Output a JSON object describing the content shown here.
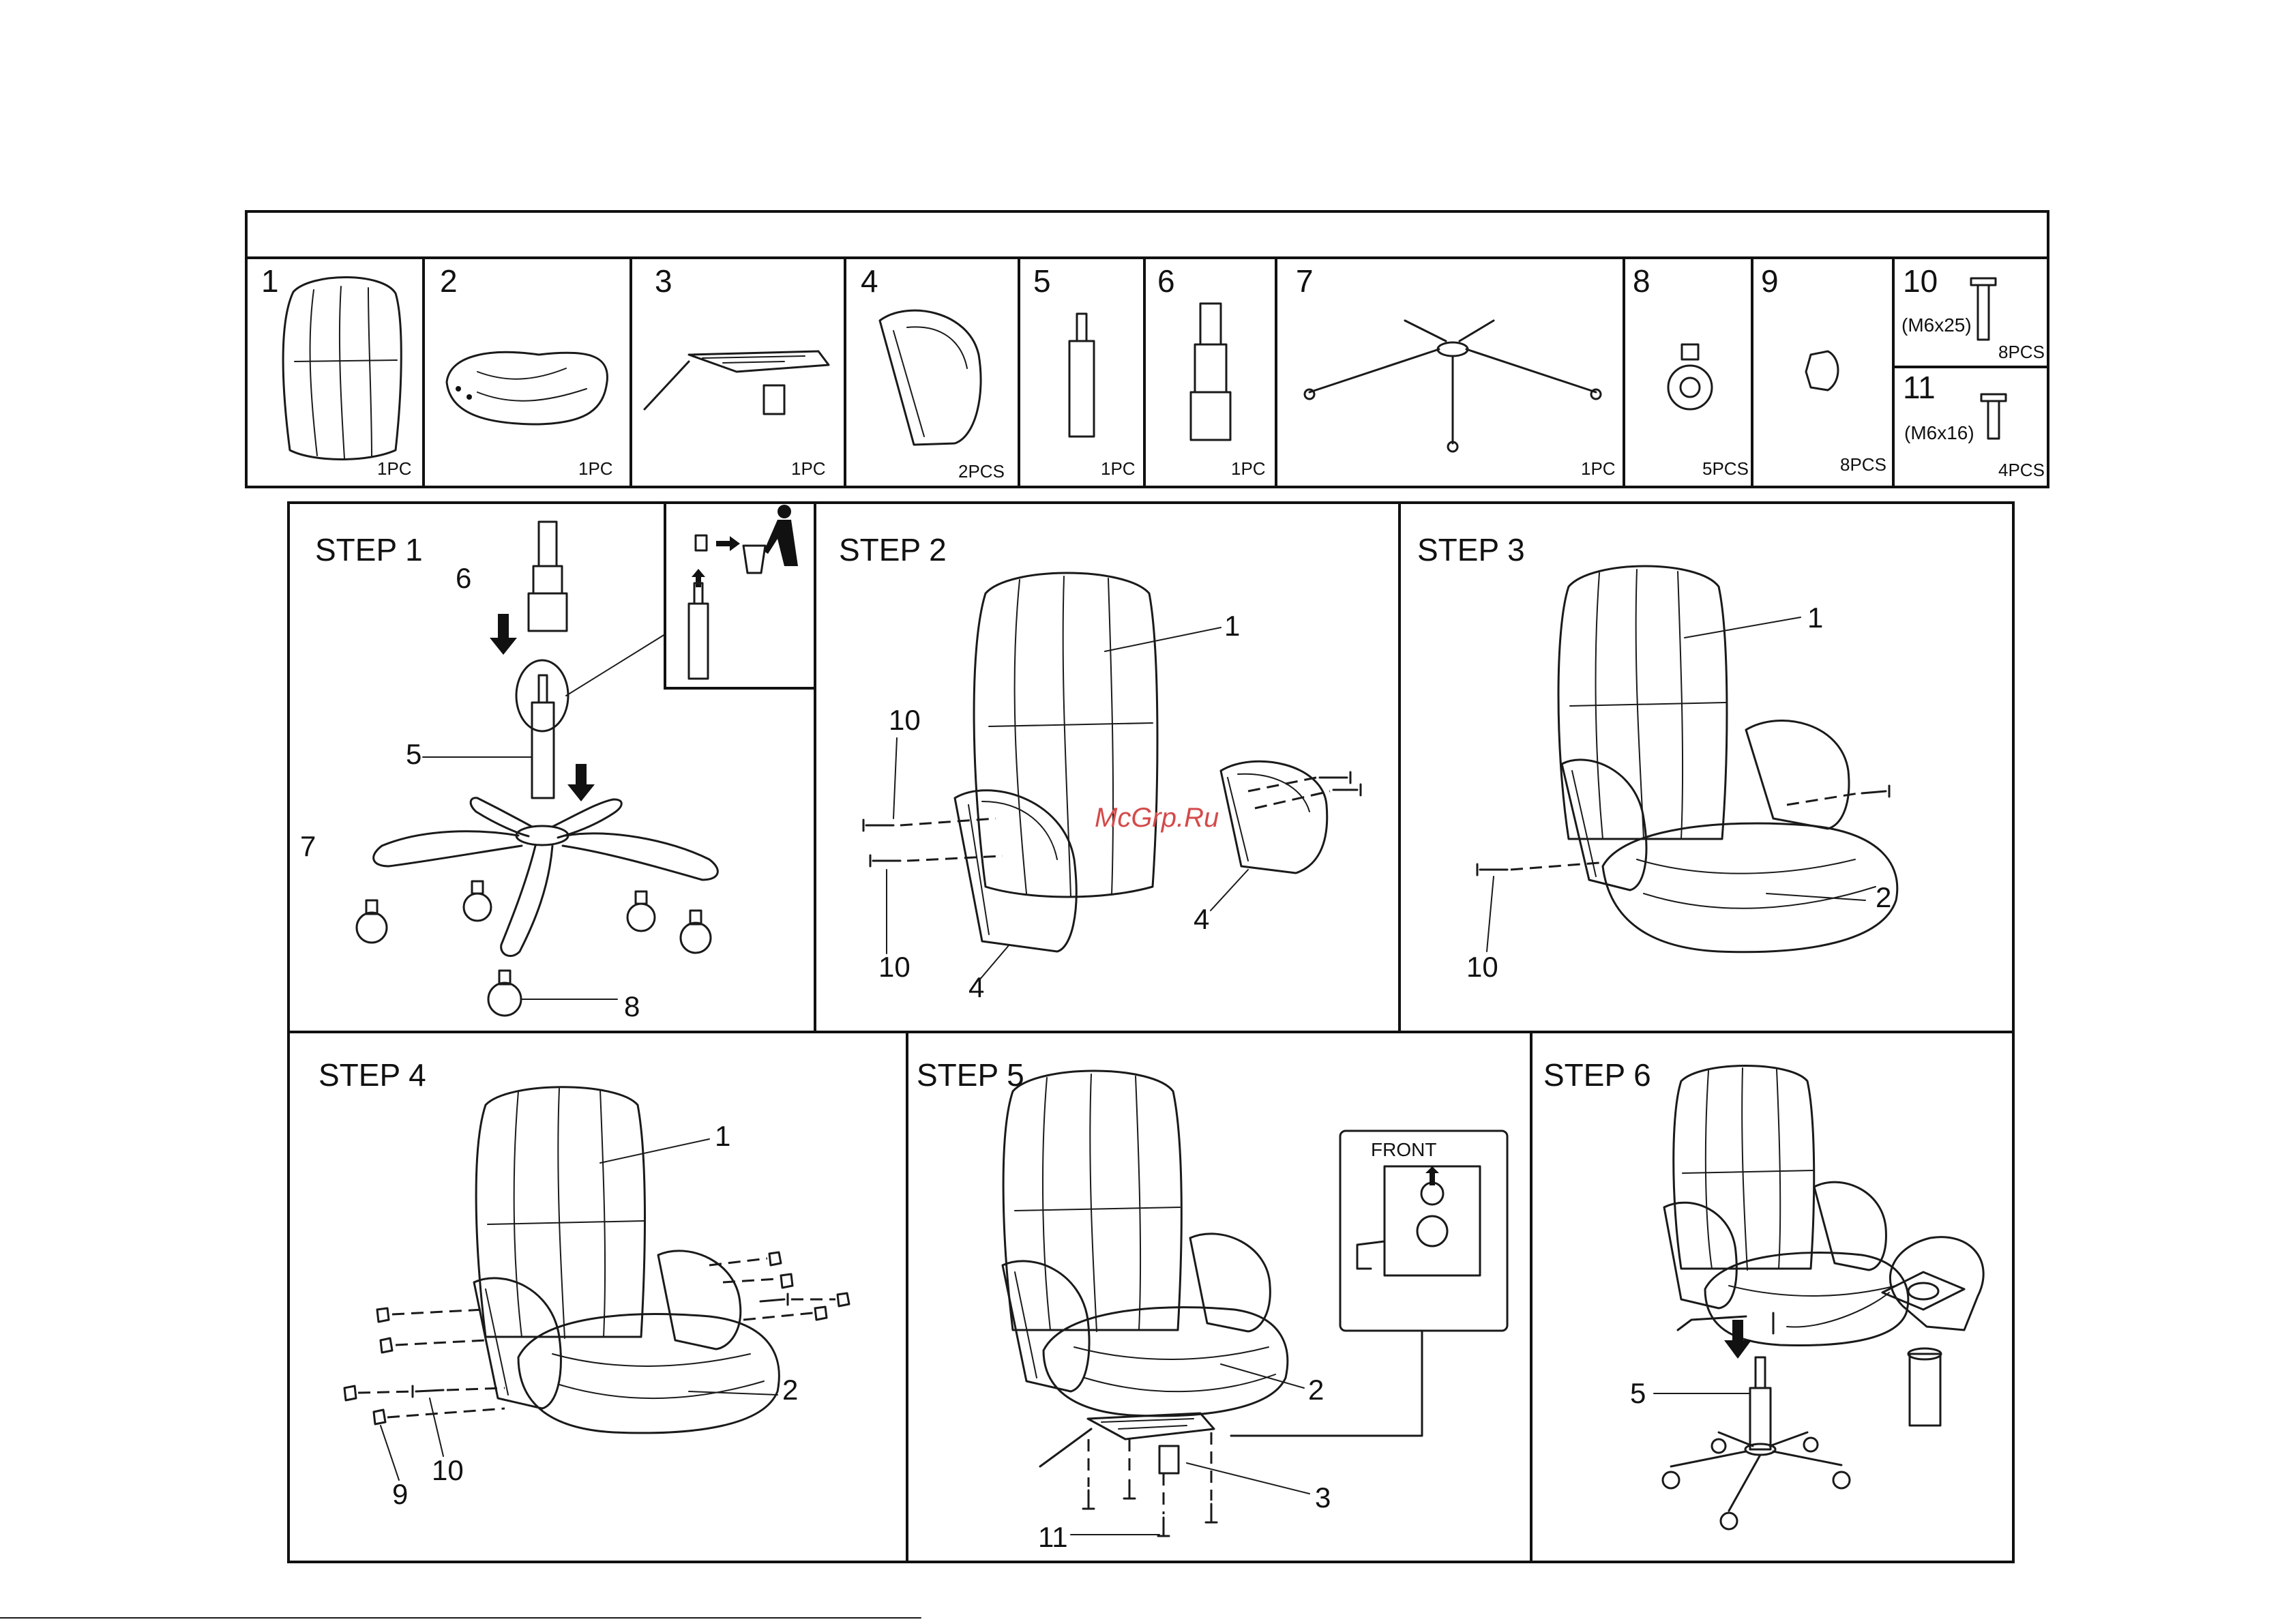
{
  "parts": [
    {
      "num": "1",
      "qty": "1PC",
      "icon": "chair-backrest"
    },
    {
      "num": "2",
      "qty": "1PC",
      "icon": "seat-cushion"
    },
    {
      "num": "3",
      "qty": "1PC",
      "icon": "tilt-mechanism"
    },
    {
      "num": "4",
      "qty": "2PCS",
      "icon": "armrest"
    },
    {
      "num": "5",
      "qty": "1PC",
      "icon": "gas-lift-small"
    },
    {
      "num": "6",
      "qty": "1PC",
      "icon": "gas-lift-cover"
    },
    {
      "num": "7",
      "qty": "1PC",
      "icon": "five-star-base"
    },
    {
      "num": "8",
      "qty": "5PCS",
      "icon": "caster-wheel"
    },
    {
      "num": "9",
      "qty": "8PCS",
      "icon": "bolt-cap"
    },
    {
      "num": "10",
      "spec": "(M6x25)",
      "qty": "8PCS",
      "icon": "bolt-long"
    },
    {
      "num": "11",
      "spec": "(M6x16)",
      "qty": "4PCS",
      "icon": "bolt-short"
    }
  ],
  "steps": [
    {
      "title": "STEP 1",
      "callouts": [
        "6",
        "5",
        "7",
        "8"
      ]
    },
    {
      "title": "STEP 2",
      "callouts": [
        "1",
        "10",
        "10",
        "4",
        "4"
      ]
    },
    {
      "title": "STEP 3",
      "callouts": [
        "1",
        "2",
        "10"
      ]
    },
    {
      "title": "STEP 4",
      "callouts": [
        "1",
        "2",
        "10",
        "9"
      ]
    },
    {
      "title": "STEP 5",
      "callouts": [
        "2",
        "3",
        "11"
      ],
      "inset_label": "FRONT"
    },
    {
      "title": "STEP 6",
      "callouts": [
        "5"
      ]
    }
  ],
  "watermark": "McGrp.Ru"
}
